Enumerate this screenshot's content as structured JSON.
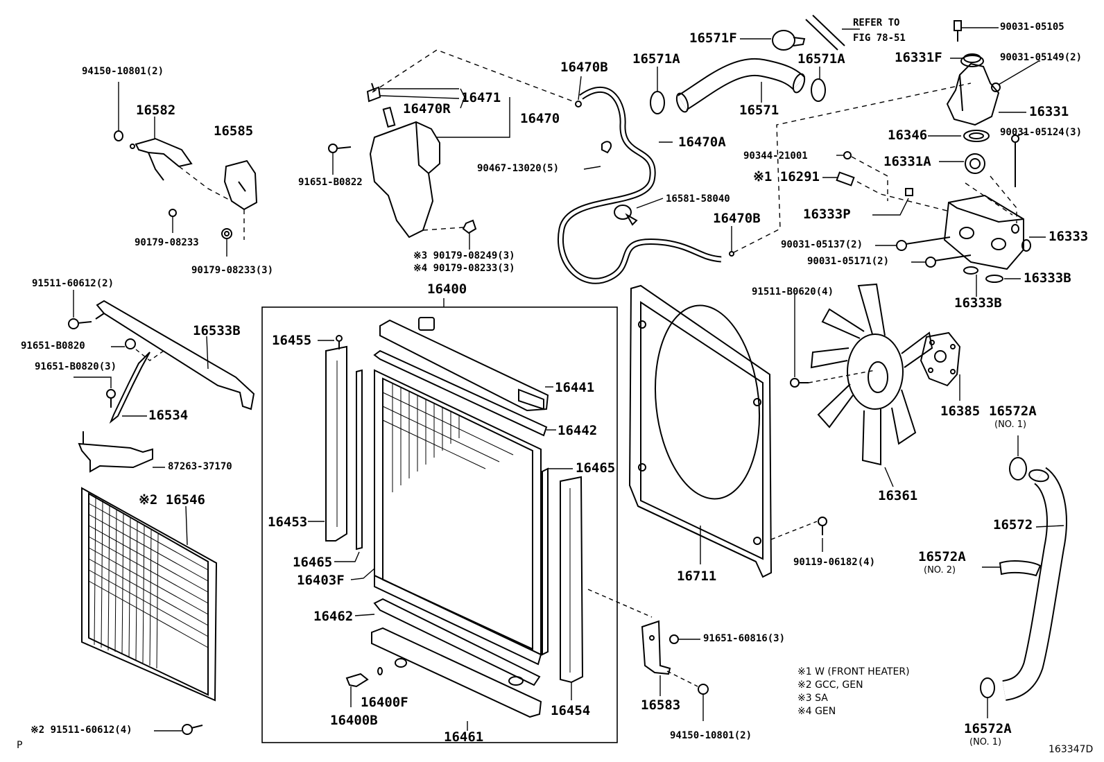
{
  "diagram_id": "163347D",
  "corner_mark": "P",
  "refer": {
    "line1": "REFER TO",
    "line2": "FIG 78-51"
  },
  "notes": [
    "※1 W (FRONT HEATER)",
    "※2 GCC, GEN",
    "※3 SA",
    "※4 GEN"
  ],
  "parts": {
    "p94150_10801_top": "94150-10801(2)",
    "p16582": "16582",
    "p16585": "16585",
    "p90179_08233": "90179-08233",
    "p90179_08233_3": "90179-08233(3)",
    "p16471": "16471",
    "p16470R": "16470R",
    "p16470": "16470",
    "p91651_B0822": "91651-B0822",
    "p90179_08249": "※3 90179-08249(3)",
    "p90179_08233_x4": "※4 90179-08233(3)",
    "p16470B_top": "16470B",
    "p16470A": "16470A",
    "p90467_13020": "90467-13020(5)",
    "p16581_58040": "16581-58040",
    "p16470B_mid": "16470B",
    "p16571F": "16571F",
    "p16571A_left": "16571A",
    "p16571A_right": "16571A",
    "p16571": "16571",
    "p90031_05105": "90031-05105",
    "p16331F": "16331F",
    "p90031_05149": "90031-05149(2)",
    "p16331": "16331",
    "p16346": "16346",
    "p90031_05124": "90031-05124(3)",
    "p90344_21001": "90344-21001",
    "p16291": "※1 16291",
    "p16331A": "16331A",
    "p16333P": "16333P",
    "p16333": "16333",
    "p90031_05137": "90031-05137(2)",
    "p90031_05171": "90031-05171(2)",
    "p16333B_right": "16333B",
    "p16333B_below": "16333B",
    "p91511_60612_top": "91511-60612(2)",
    "p91651_B0820": "91651-B0820",
    "p91651_B0820_3": "91651-B0820(3)",
    "p16533B": "16533B",
    "p16534": "16534",
    "p87263_37170": "87263-37170",
    "p16546": "※2 16546",
    "p91511_60612_bottom": "※2 91511-60612(4)",
    "p16400": "16400",
    "p16455": "16455",
    "p16441": "16441",
    "p16442": "16442",
    "p16465_right": "16465",
    "p16453": "16453",
    "p16465_left": "16465",
    "p16403F": "16403F",
    "p16462": "16462",
    "p16400F": "16400F",
    "p16400B": "16400B",
    "p16461": "16461",
    "p16454": "16454",
    "p91511_B0620": "91511-B0620(4)",
    "p16385": "16385",
    "p16572A_no1_top": "16572A",
    "p16572A_no1_top_sub": "(NO. 1)",
    "p16361": "16361",
    "p16572": "16572",
    "p16572A_no2": "16572A",
    "p16572A_no2_sub": "(NO. 2)",
    "p16711": "16711",
    "p90119_06182": "90119-06182(4)",
    "p91651_60816": "91651-60816(3)",
    "p16583": "16583",
    "p94150_10801_bottom": "94150-10801(2)",
    "p16572A_no1_bottom": "16572A",
    "p16572A_no1_bottom_sub": "(NO. 1)"
  }
}
